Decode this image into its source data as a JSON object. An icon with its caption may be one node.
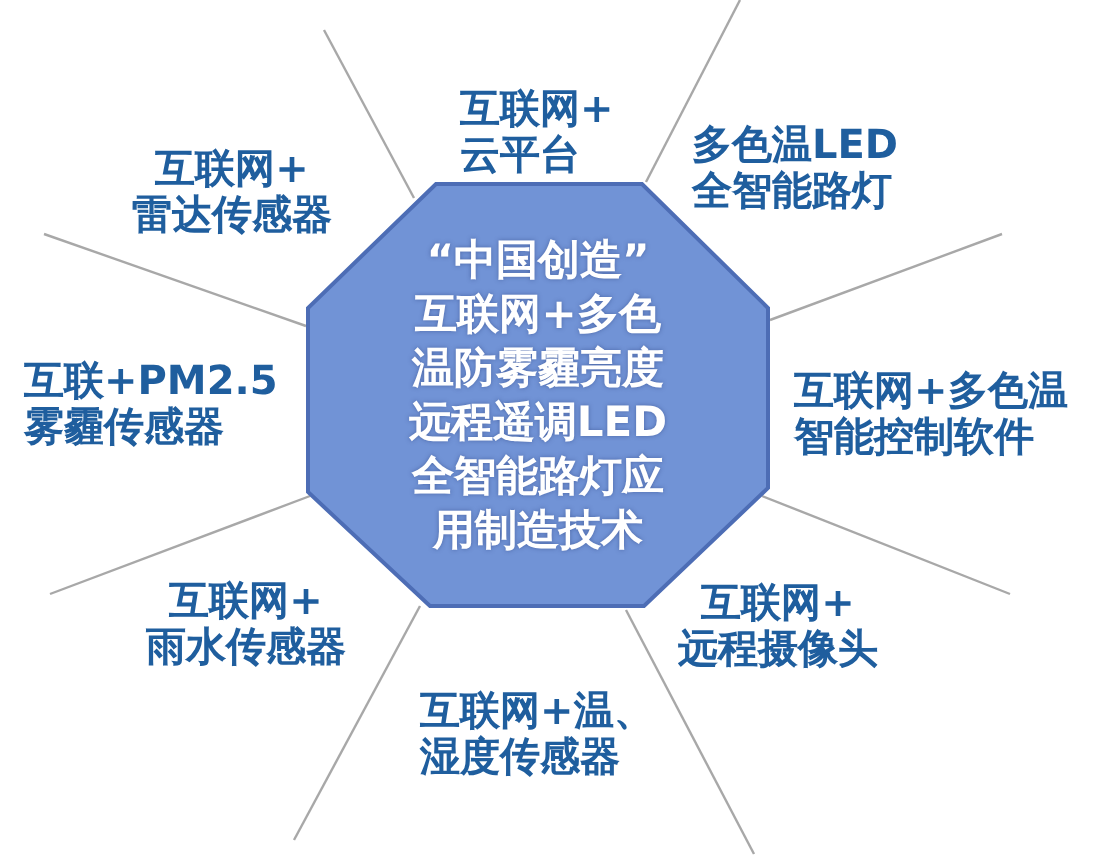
{
  "diagram": {
    "nodes": [
      {
        "text": [
          "“中国创造”",
          "互联网+多色温防雾霾亮度远程遥调LED全智能路灯应用制造技术"
        ]
      }
    ],
    "labels": [
      "互联网+云平台",
      "多色温LED全智能路灯",
      "互联网+雷达传感器",
      "互联+PM2.5雾霾传感器",
      "互联网+多色温智能控制软件",
      "互联网+雨水传感器",
      "互联网+远程摄像头",
      "互联网+温、湿度传感器"
    ]
  }
}
